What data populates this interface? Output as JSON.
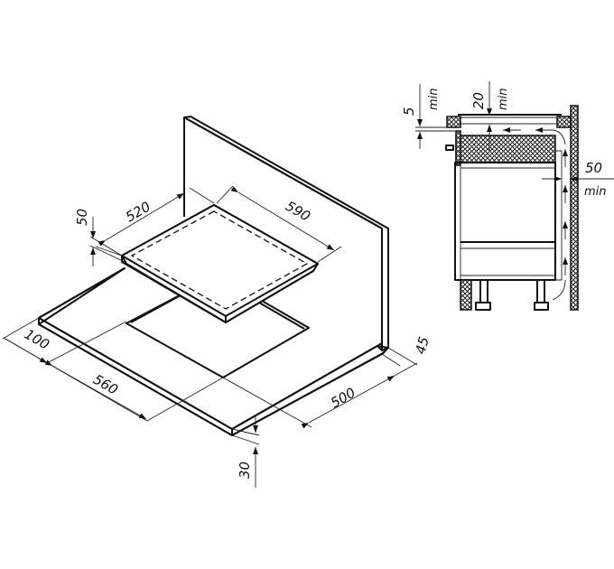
{
  "isometric_view": {
    "dimensions": {
      "hob_depth": "520",
      "hob_width": "590",
      "hob_height": "50",
      "front_offset": "100",
      "cutout_width": "560",
      "cutout_depth": "500",
      "back_offset": "45",
      "worktop_thickness": "30"
    }
  },
  "section_view": {
    "dimensions": {
      "gap_top": "5",
      "gap_top_unit": "min",
      "clearance_top": "20",
      "clearance_top_unit": "min",
      "rear_gap": "50",
      "rear_gap_unit": "min"
    }
  }
}
